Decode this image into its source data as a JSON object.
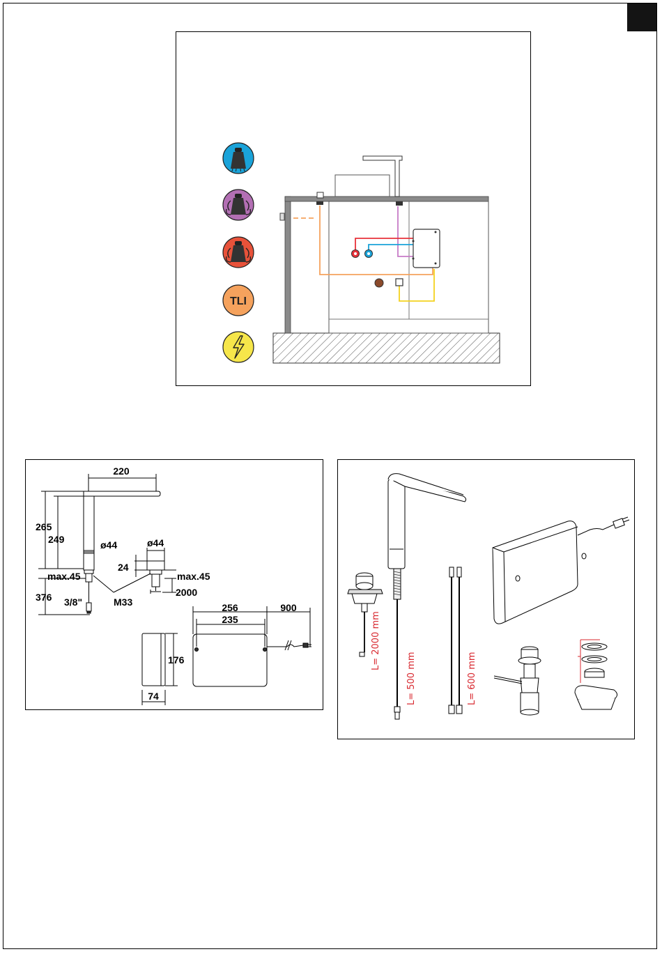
{
  "installation": {
    "legend": [
      {
        "id": "cold-water",
        "color": "#1aa3d9"
      },
      {
        "id": "mixed-water",
        "color": "#b36fb4"
      },
      {
        "id": "hot-water",
        "color": "#e8523a"
      },
      {
        "id": "tli",
        "color": "#f5a25d",
        "label": "TLI"
      },
      {
        "id": "power",
        "color": "#f6e64a"
      }
    ],
    "line_colors": {
      "hot": "#e8323a",
      "cold": "#1aa3d9",
      "mixed": "#c77bc7",
      "tli": "#f5a25d",
      "power": "#f4d21f",
      "drain": "#8b4a2b"
    }
  },
  "dimensions": {
    "spout_reach": "220",
    "total_height": "265",
    "spout_height": "249",
    "body_diameter": "ø44",
    "button_diameter": "ø44",
    "button_height": "24",
    "max_thickness_left": "max.45",
    "max_thickness_right": "max.45",
    "thread": "M33",
    "connection_length": "376",
    "connection_thread": "3/8\"",
    "cable_length": "2000",
    "box_width_outer": "256",
    "box_width_inner": "235",
    "power_cable": "900",
    "box_height": "176",
    "box_depth": "74"
  },
  "components": {
    "sensor_cable_length": "L= 2000 mm",
    "tap_hose_length": "L= 500 mm",
    "flex_hose_length": "L= 600 mm"
  }
}
